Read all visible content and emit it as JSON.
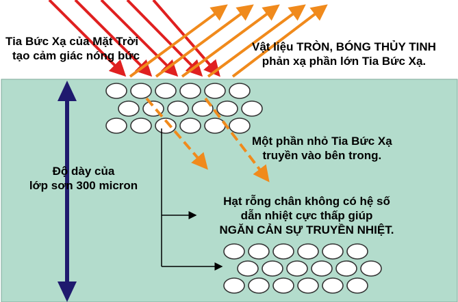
{
  "labels": {
    "sun_radiation": [
      "Tia Bức Xạ của Mặt Trời",
      "tạo cảm giác nóng bức"
    ],
    "reflection": [
      "Vật liệu TRÒN, BÓNG THỦY TINH",
      "phản xạ phần lớn Tia Bức Xạ."
    ],
    "penetration": [
      "Một phần nhỏ Tia Bức Xạ",
      "truyền vào bên trong."
    ],
    "thickness": [
      "Độ dày của",
      "lớp sơn 300 micron"
    ],
    "vacuum_beads": [
      "Hạt rỗng chân không có hệ số",
      "dẫn nhiệt cực thấp giúp",
      "NGĂN CẢN SỰ TRUYỀN NHIỆT."
    ]
  },
  "colors": {
    "coating": "#b3dccc",
    "coating_border": "#7fa89a",
    "incoming_ray": "#e02020",
    "reflected_ray": "#f08a1c",
    "thickness_arrow": "#1f1a6e",
    "bead_fill": "#ffffff",
    "bead_stroke": "#333333",
    "pointer_line": "#000000"
  },
  "icons": [
    "red-incoming-ray-arrow",
    "orange-reflected-ray-arrow",
    "orange-dashed-penetrating-arrow",
    "navy-double-headed-arrow",
    "glass-bead-circle",
    "black-pointer-arrow"
  ]
}
